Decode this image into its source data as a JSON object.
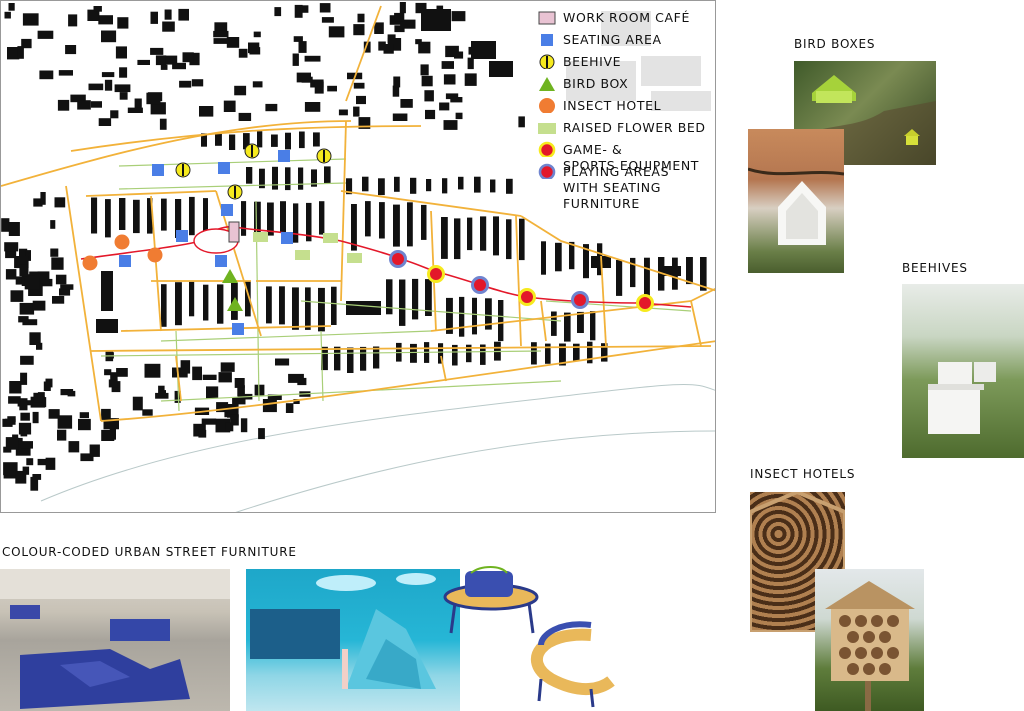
{
  "legend": {
    "items": [
      {
        "key": "work_room_cafe",
        "label": "WORK ROOM CAFÉ",
        "icon": "cafe-icon",
        "color": "#e9c3d3"
      },
      {
        "key": "seating_area",
        "label": "SEATING AREA",
        "icon": "seating-square-icon",
        "color": "#4a7ee6"
      },
      {
        "key": "beehive",
        "label": "BEEHIVE",
        "icon": "beehive-icon",
        "color": "#f6ea1e"
      },
      {
        "key": "bird_box",
        "label": "BIRD BOX",
        "icon": "bird-box-triangle-icon",
        "color": "#6fb320"
      },
      {
        "key": "insect_hotel",
        "label": "INSECT HOTEL",
        "icon": "insect-hotel-circle-icon",
        "color": "#f07c32"
      },
      {
        "key": "raised_flower_bed",
        "label": "RAISED FLOWER BED",
        "icon": "flower-bed-icon",
        "color": "#c5df8e"
      },
      {
        "key": "game_sports",
        "label": "GAME- &\nSPORTS EQUIPMENT",
        "icon": "game-equipment-icon",
        "color": "#e3182a"
      },
      {
        "key": "playing_areas",
        "label": "PLAYING AREAS\nWITH SEATING\nFURNITURE",
        "icon": "playing-area-icon",
        "color": "#e3182a"
      }
    ]
  },
  "headings": {
    "bird_boxes": "BIRD BOXES",
    "beehives": "BEEHIVES",
    "insect_hotels": "INSECT HOTELS",
    "street_furniture": "COLOUR-CODED URBAN STREET FURNITURE"
  },
  "colors": {
    "road": "#f2b23a",
    "path": "#a9cf78",
    "route": "#e3182a",
    "building": "#111111",
    "river": "#b9c9c9",
    "context_building": "#e3e3e3"
  }
}
